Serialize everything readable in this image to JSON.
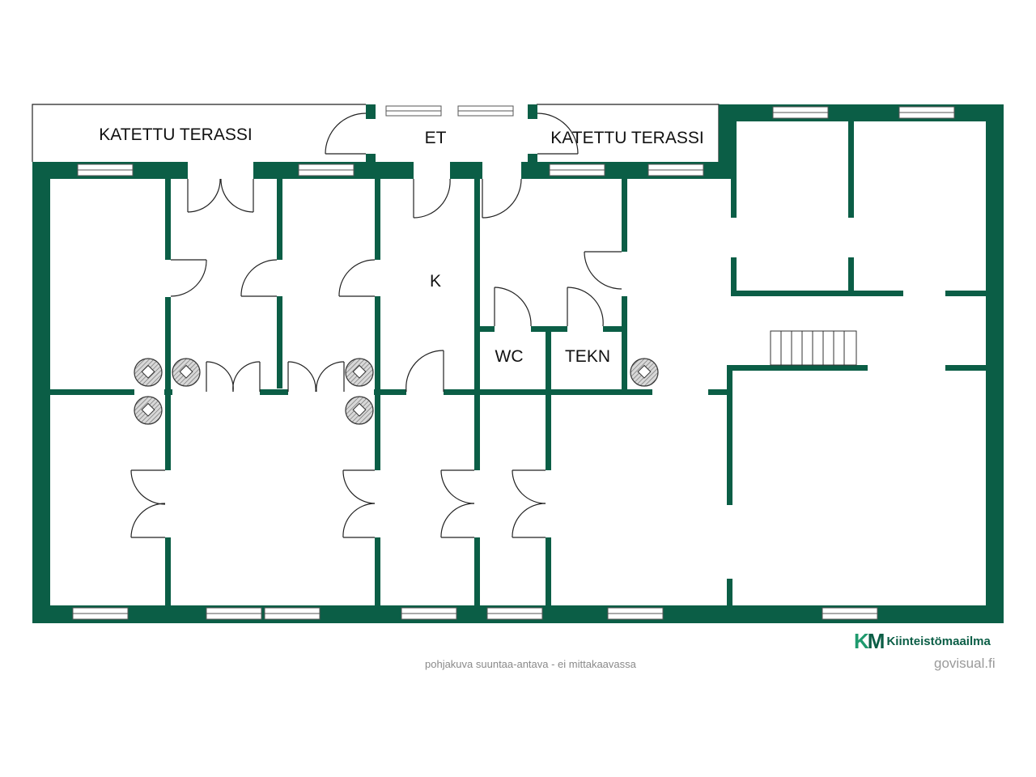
{
  "rooms": {
    "terrace_left": "KATETTU TERASSI",
    "entry": "ET",
    "terrace_right": "KATETTU TERASSI",
    "kitchen": "K",
    "wc": "WC",
    "technical": "TEKN"
  },
  "footer": {
    "disclaimer": "pohjakuva suuntaa-antava - ei mittakaavassa",
    "credit": "govisual.fi"
  },
  "brand": {
    "mark_k": "K",
    "mark_m": "M",
    "name": "Kiinteistömaailma"
  },
  "colors": {
    "wall": "#0b5e46",
    "brand_light": "#1f9a6e",
    "caption": "#8a8a8a"
  }
}
